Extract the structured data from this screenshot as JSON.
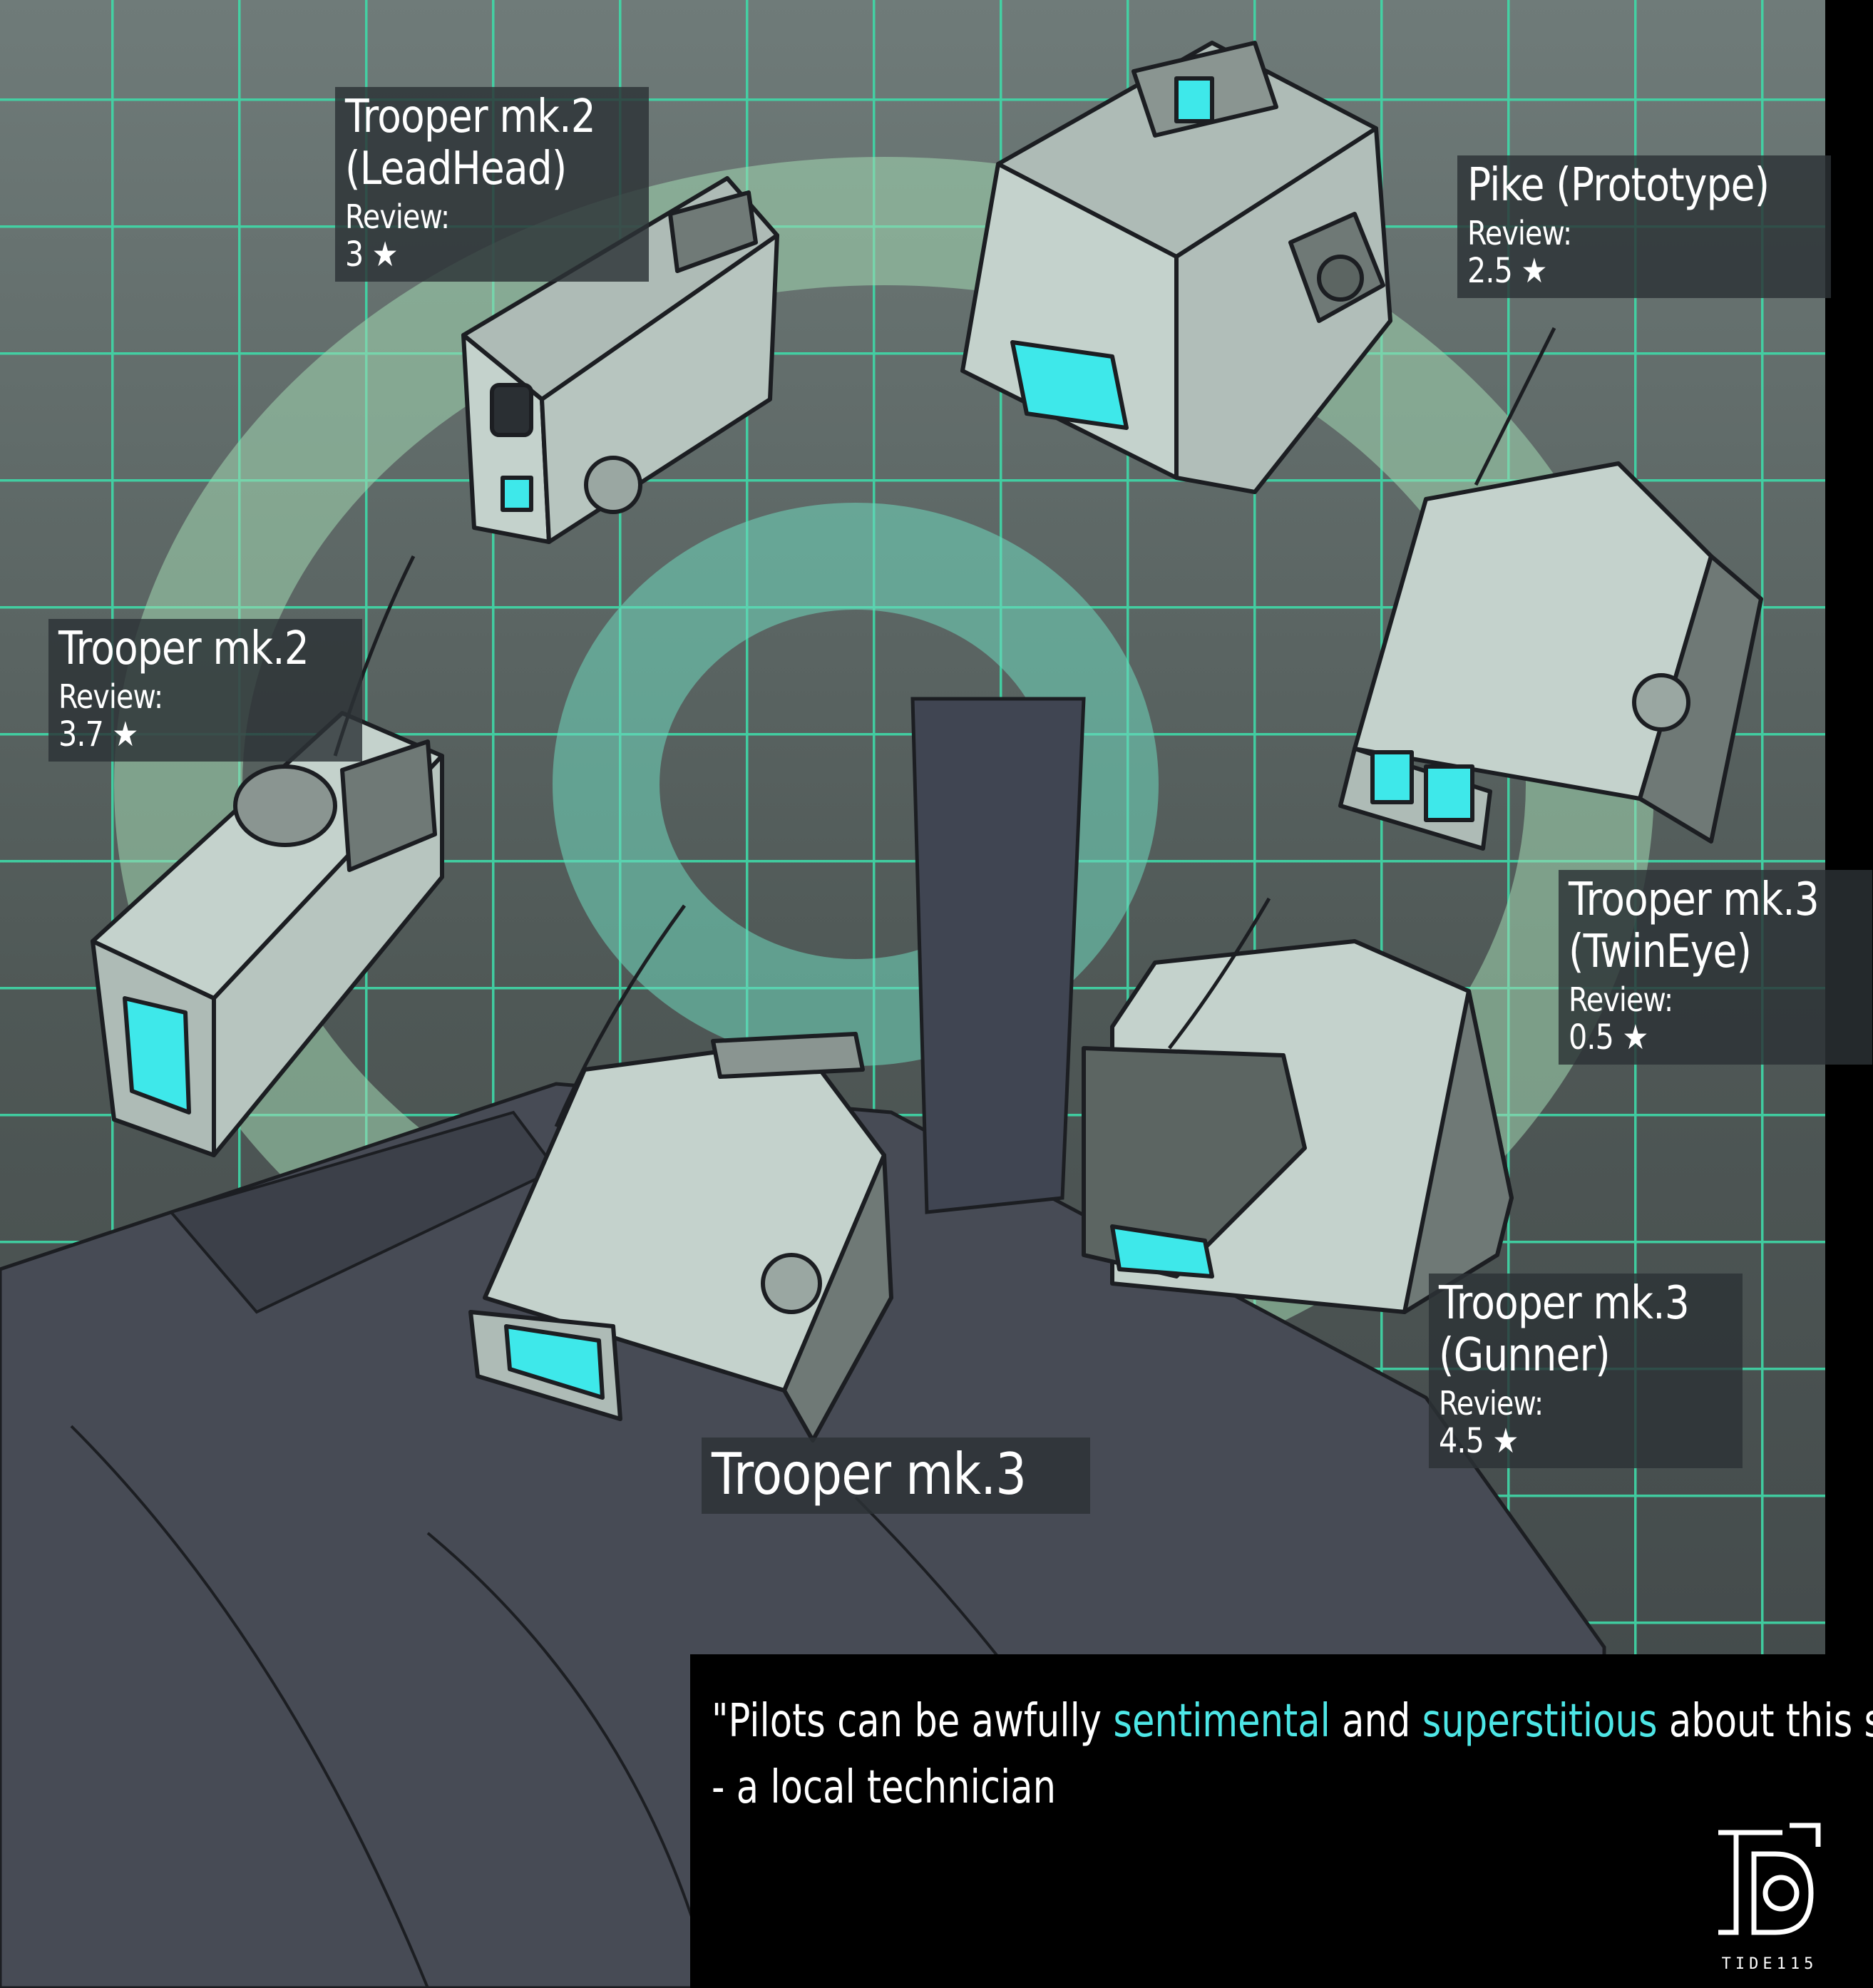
{
  "helmets": [
    {
      "name": "Trooper mk.2",
      "variant": "(LeadHead)",
      "review_label": "Review:",
      "rating": "3 ★"
    },
    {
      "name": "Pike (Prototype)",
      "variant": "",
      "review_label": "Review:",
      "rating": "2.5 ★"
    },
    {
      "name": "Trooper mk.2",
      "variant": "",
      "review_label": "Review:",
      "rating": "3.7 ★"
    },
    {
      "name": "Trooper mk.3",
      "variant": "(TwinEye)",
      "review_label": "Review:",
      "rating": "0.5 ★"
    },
    {
      "name": "Trooper mk.3",
      "variant": "(Gunner)",
      "review_label": "Review:",
      "rating": "4.5 ★"
    },
    {
      "name": "Trooper mk.3",
      "variant": "",
      "review_label": "",
      "rating": ""
    }
  ],
  "quote": {
    "open": "\"Pilots can be awfully ",
    "highlight1": "sentimental",
    "middle": " and ",
    "highlight2": "superstitious",
    "close": " about this stuff.\"",
    "attribution": "- a local technician"
  },
  "signature": "TIDE115",
  "colors": {
    "grid_line": "#3fd9a8",
    "visor": "#3ee8ea",
    "highlight_text": "#4de6e6",
    "helmet_body": "#c4d2cc"
  }
}
